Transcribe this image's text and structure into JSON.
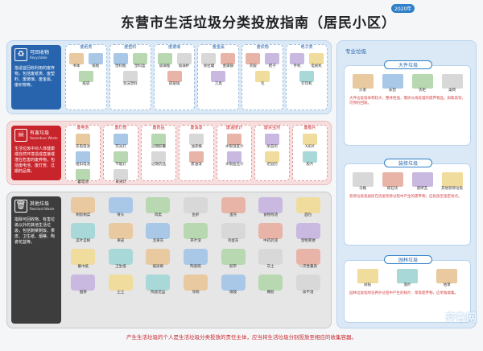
{
  "header": {
    "title": "东营市生活垃圾分类投放指南（居民小区）",
    "year_badge": "2020年"
  },
  "recyclable": {
    "name": "可回收物",
    "name_en": "Recyclable",
    "description": "指适宜回收利用的废弃物，包括废纸类、废塑料、废玻璃、废金属、废织物等。",
    "color": "#2764ad",
    "categories": [
      {
        "title": "废纸类",
        "items": [
          "书本",
          "纸板",
          "纸袋"
        ]
      },
      {
        "title": "废塑料",
        "items": [
          "塑料瓶",
          "塑料盒",
          "泡沫塑料"
        ]
      },
      {
        "title": "废玻璃",
        "items": [
          "玻璃瓶",
          "玻璃杯",
          "碎玻璃"
        ]
      },
      {
        "title": "废金属",
        "items": [
          "易拉罐",
          "金属锅",
          "刀具"
        ]
      },
      {
        "title": "废织物",
        "items": [
          "衣服",
          "鞋子",
          "包"
        ]
      },
      {
        "title": "电子类",
        "items": [
          "手机",
          "电视机",
          "打印机"
        ]
      }
    ]
  },
  "hazardous": {
    "name": "有害垃圾",
    "name_en": "Hazardous Waste",
    "description": "生活垃圾中对人体健康或自然环境造成直接或潜在危害的废弃物，包括废电池、废灯管、过期药品等。",
    "color": "#c8242b",
    "categories": [
      {
        "title": "废电池",
        "items": [
          "充电电池",
          "纽扣电池",
          "蓄电池"
        ]
      },
      {
        "title": "废灯管",
        "items": [
          "荧光灯",
          "节能灯",
          "日光灯"
        ]
      },
      {
        "title": "废药品",
        "items": [
          "过期胶囊",
          "过期药品"
        ]
      },
      {
        "title": "废油漆",
        "items": [
          "油漆桶",
          "废油漆"
        ]
      },
      {
        "title": "废温度计",
        "items": [
          "水银温度计",
          "水银血压计"
        ]
      },
      {
        "title": "废杀虫剂",
        "items": [
          "杀虫剂",
          "老鼠药"
        ]
      },
      {
        "title": "废胶片",
        "items": [
          "X光片",
          "胶片"
        ]
      }
    ]
  },
  "other": {
    "name": "其他垃圾",
    "name_en": "Residual Waste",
    "description": "指除可回收物、有害垃圾以外的其他生活垃圾，包括剩菜剩饭、果皮、卫生纸、烟蒂、陶瓷花盆等。",
    "color": "#3d3d3d",
    "items": [
      "剩饭剩菜",
      "骨头",
      "肉类",
      "鱼虾",
      "蛋壳",
      "食物残渣",
      "面包",
      "菜叶菜根",
      "果皮",
      "坚果壳",
      "茶叶渣",
      "鸡蛋壳",
      "中药药渣",
      "宠物粪便",
      "餐巾纸",
      "卫生纸",
      "纸尿裤",
      "陶瓷碗",
      "胶带",
      "灰土",
      "一次性餐具",
      "烟蒂",
      "尘土",
      "陶瓷花盆",
      "牙刷",
      "眼镜",
      "橡胶",
      "尿不湿"
    ]
  },
  "special": {
    "title": "专业垃圾",
    "sections": [
      {
        "title": "大件垃圾",
        "items": [
          "沙发",
          "床垫",
          "衣柜",
          "桌椅"
        ],
        "description": "大件垃圾指体积较大、整体性强，需拆分再处理的废弃物品，如家具等，可预约回收。"
      },
      {
        "title": "装修垃圾",
        "items": [
          "马桶",
          "碎石块",
          "废砖瓦",
          "其他装修垃圾"
        ],
        "description": "装修垃圾指居民在房屋装修过程中产生的废弃物，应投放至指定地点。"
      },
      {
        "title": "园林垃圾",
        "items": [
          "树枝",
          "落叶",
          "枯草"
        ],
        "description": "园林垃圾指绿化养护过程中产生的枝叶、草等废弃物，应单独收集。"
      }
    ]
  },
  "footer": "产生生活垃圾的个人是生活垃圾分类投放的责任主体，应当将生活垃圾分别投放至相应的收集容器。",
  "watermark": "齐鲁网"
}
